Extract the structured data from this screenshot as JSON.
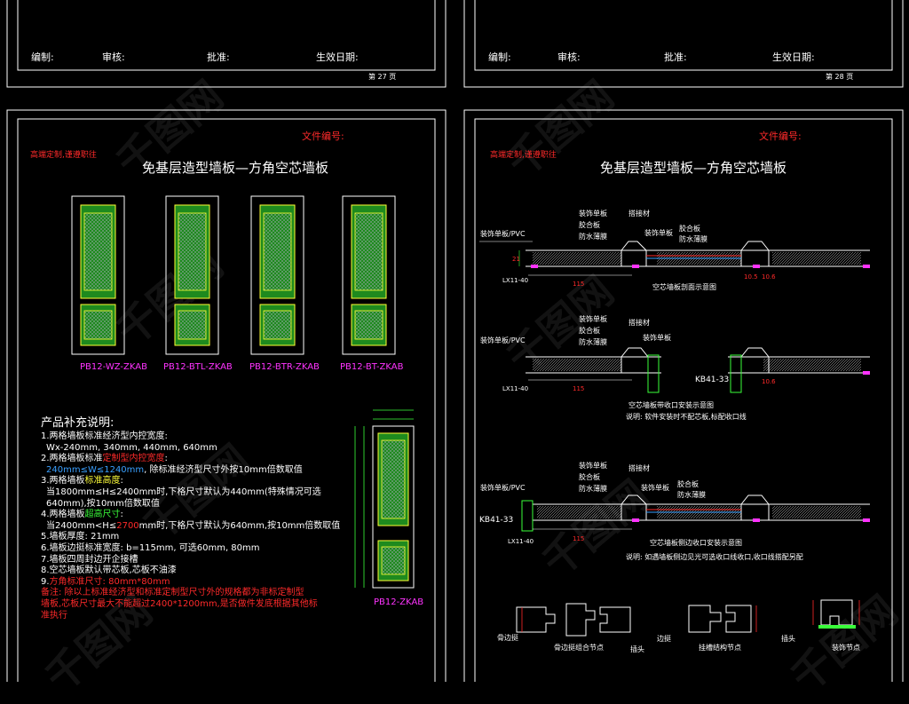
{
  "top_strip": {
    "left": {
      "editor": "编制:",
      "reviewer": "审核:",
      "approver": "批准:",
      "effective_date": "生效日期:",
      "page": "第 27 页"
    },
    "right": {
      "editor": "编制:",
      "reviewer": "审核:",
      "approver": "批准:",
      "effective_date": "生效日期:",
      "page": "第 28 页"
    }
  },
  "left_sheet": {
    "file_no": "文件编号:",
    "tag": "高端定制,谨遵职往",
    "title": "免基层造型墙板—方角空芯墙板",
    "panels": [
      "PB12-WZ-ZKAB",
      "PB12-BTL-ZKAB",
      "PB12-BTR-ZKAB",
      "PB12-BT-ZKAB"
    ],
    "detail_label": "PB12-ZKAB",
    "notes": {
      "heading": "产品补充说明:",
      "l1": "1.两格墙板标准经济型内控宽度:",
      "l2": "Wx-240mm, 340mm, 440mm, 640mm",
      "l3a": "2.两格墙板标准",
      "l3b": "定制型内控宽度",
      "l3c": ":",
      "l4a": "240mm≤W≤1240mm",
      "l4b": ", 除标准经济型尺寸外按10mm倍数取值",
      "l5a": "3.两格墙板",
      "l5b": "标准高度",
      "l5c": ":",
      "l6": "当1800mm≤H≤2400mm时,下格尺寸默认为440mm(特殊情况可选",
      "l7": "640mm),按10mm倍数取值",
      "l8a": "4.两格墙板",
      "l8b": "超高尺寸",
      "l8c": ":",
      "l9a": "当2400mm<H≤",
      "l9b": "2700",
      "l9c": "mm时,下格尺寸默认为640mm,按10mm倍数取值",
      "l10": "5.墙板厚度: 21mm",
      "l11": "6.墙板边挺标准宽度: b=115mm, 可选60mm, 80mm",
      "l12": "7.墙板四周封边开企接槽",
      "l13": "8.空芯墙板默认带芯板,芯板不油漆",
      "l14a": "9.",
      "l14b": "方角标准尺寸: 80mm*80mm",
      "l15": "备注: 除以上标准经济型和标准定制型尺寸外的规格都为非标定制型",
      "l16": "墙板,芯板尺寸最大不能超过2400*1200mm,是否做件发底根据其他标",
      "l17": "准执行"
    }
  },
  "right_sheet": {
    "file_no": "文件编号:",
    "tag": "高端定制,谨遵职往",
    "title": "免基层造型墙板—方角空芯墙板",
    "s1": {
      "l_decor": "装饰单板/PVC",
      "l_a1": "装饰单板",
      "l_a2": "胶合板",
      "l_a3": "防水薄膜",
      "l_conn": "搭接材",
      "l_cover": "装饰单板",
      "l_b1": "胶合板",
      "l_b2": "防水薄膜",
      "d21": "21",
      "d115": "115",
      "d10a": "10.5",
      "d10b": "10.6",
      "lx": "LX11-40",
      "caption": "空芯墙板剖面示意图"
    },
    "s2": {
      "l_decor": "装饰单板/PVC",
      "l_a1": "装饰单板",
      "l_a2": "胶合板",
      "l_a3": "防水薄膜",
      "l_conn": "搭接材",
      "l_cover": "装饰单板",
      "kb": "KB41-33",
      "d115": "115",
      "d10": "10.6",
      "lx": "LX11-40",
      "caption": "空芯墙板带收口安装示意图",
      "note": "说明: 软件安装时不配芯板,标配收口线"
    },
    "s3": {
      "l_decor": "装饰单板/PVC",
      "l_a1": "装饰单板",
      "l_a2": "胶合板",
      "l_a3": "防水薄膜",
      "l_conn": "搭接材",
      "l_cover": "装饰单板",
      "l_b1": "胶合板",
      "l_b2": "防水薄膜",
      "kb": "KB41-33",
      "d115": "115",
      "lx": "LX11-40",
      "caption": "空芯墙板侧边收口安装示意图",
      "note": "说明: 如遇墙板侧边见光可选收口线收口,收口线搭配另配"
    },
    "details": {
      "d1": "骨边挺",
      "d2": "骨边挺组合节点",
      "d3": "边挺",
      "d4": "插头",
      "d5": "挂槽结构节点",
      "d6": "插头",
      "d7": "装饰节点"
    }
  },
  "colors": {
    "frame": "#ffffff",
    "panel_fill": "#1e8a1e",
    "panel_stroke": "#ffff33",
    "label_magenta": "#ff33ff",
    "red": "#ff2a2a",
    "blue": "#3aa0ff",
    "dim": "#3aff3a"
  }
}
